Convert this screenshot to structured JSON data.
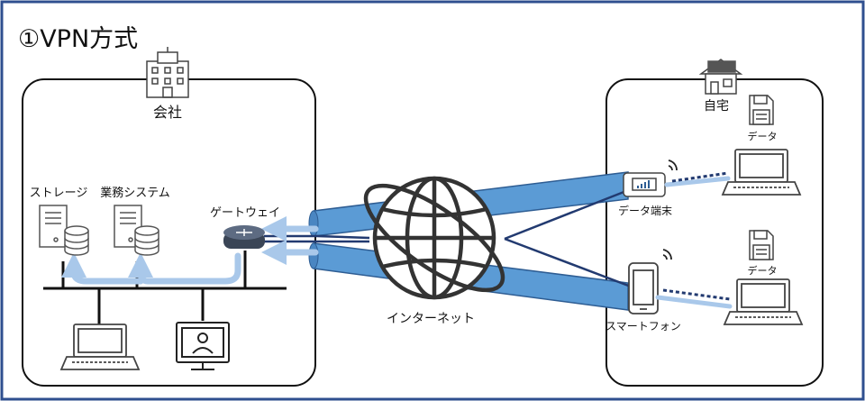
{
  "title": "①VPN方式",
  "office": {
    "label": "会社",
    "storage_label": "ストレージ",
    "business_system_label": "業務システム",
    "gateway_label": "ゲートウェイ"
  },
  "internet_label": "インターネット",
  "home": {
    "label": "自宅",
    "data_label_top": "データ",
    "data_label_bottom": "データ",
    "data_terminal_label": "データ端末",
    "smartphone_label": "スマートフォン"
  },
  "colors": {
    "frame": "#2f4f8f",
    "tunnel": "#5b9bd5",
    "tunnel_dark": "#2e5d93",
    "flow": "#a9c8ea",
    "line_dark": "#223a70"
  },
  "icons": [
    "building-icon",
    "house-icon",
    "server-icon",
    "database-icon",
    "router-icon",
    "globe-icon",
    "laptop-icon",
    "monitor-user-icon",
    "floppy-disk-icon",
    "wifi-icon",
    "smartphone-icon",
    "data-terminal-icon"
  ]
}
